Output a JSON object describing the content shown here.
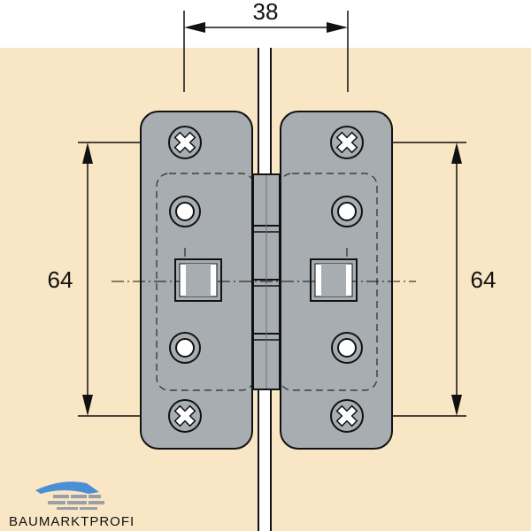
{
  "diagram": {
    "width_dimension": "38",
    "left_height_dimension": "64",
    "right_height_dimension": "64"
  },
  "logo": {
    "text": "BAUMARKTPROFI"
  },
  "colors": {
    "background": "#ffffff",
    "wood": "#f8e6c4",
    "hinge_plate": "#a8adb2",
    "line": "#111111"
  }
}
